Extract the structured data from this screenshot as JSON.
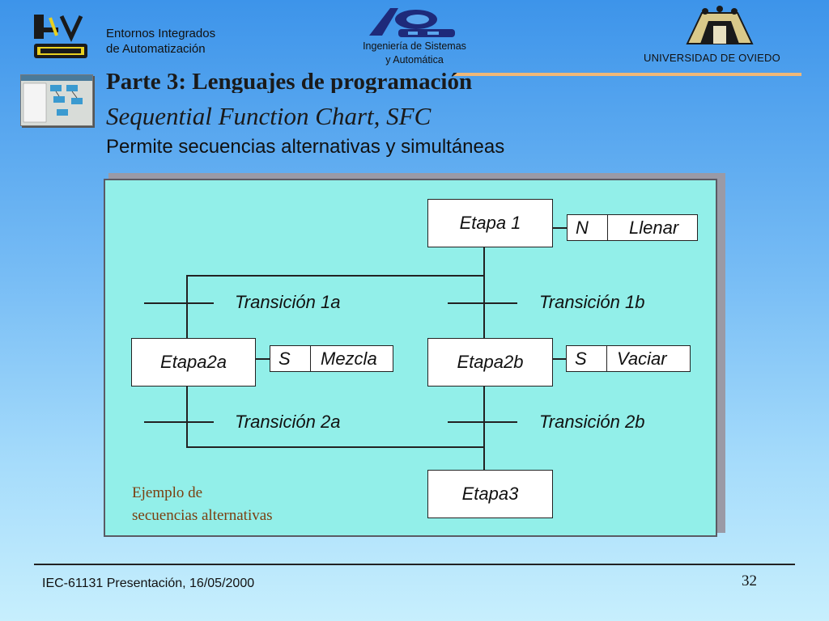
{
  "header": {
    "left_line1": "Entornos Integrados",
    "left_line2": "de Automatización",
    "mid_line1": "Ingeniería de Sistemas",
    "mid_line2": "y Automática",
    "right": "UNIVERSIDAD DE OVIEDO"
  },
  "title": {
    "line1": "Parte 3: Lenguajes de programación",
    "line2": "Sequential Function Chart, SFC",
    "subtitle": "Permite secuencias alternativas y simultáneas"
  },
  "diagram": {
    "steps": {
      "etapa1": "Etapa 1",
      "etapa2a": "Etapa2a",
      "etapa2b": "Etapa2b",
      "etapa3": "Etapa3"
    },
    "actions": {
      "a1": {
        "qualifier": "N",
        "name": "Llenar"
      },
      "a2a": {
        "qualifier": "S",
        "name": "Mezcla"
      },
      "a2b": {
        "qualifier": "S",
        "name": "Vaciar"
      }
    },
    "transitions": {
      "t1a": "Transición 1a",
      "t1b": "Transición 1b",
      "t2a": "Transición 2a",
      "t2b": "Transición 2b"
    },
    "note_line1": "Ejemplo de",
    "note_line2": "secuencias alternativas"
  },
  "footer": {
    "left": "IEC-61131 Presentación, 16/05/2000",
    "page_number": "32"
  }
}
